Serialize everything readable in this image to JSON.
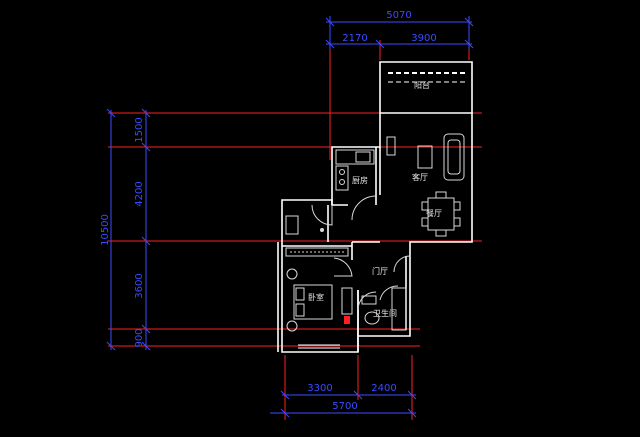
{
  "colors": {
    "background": "#000000",
    "dimension": "#3a4bff",
    "axis": "#ff2020",
    "wall": "#ffffff",
    "furniture": "#d8d8d8",
    "accent": "#ff2020"
  },
  "dimensions": {
    "top_total": "5070",
    "top_left": "2170",
    "top_right": "3900",
    "left_total": "10500",
    "left_1": "1500",
    "left_2": "4200",
    "left_3": "3600",
    "left_4": "900",
    "bottom_left": "3300",
    "bottom_right": "2400",
    "bottom_total": "5700"
  },
  "rooms": {
    "balcony": "阳台",
    "kitchen": "厨房",
    "living": "客厅",
    "dining": "餐厅",
    "hall": "门厅",
    "bedroom": "卧室",
    "bathroom": "卫生间"
  }
}
